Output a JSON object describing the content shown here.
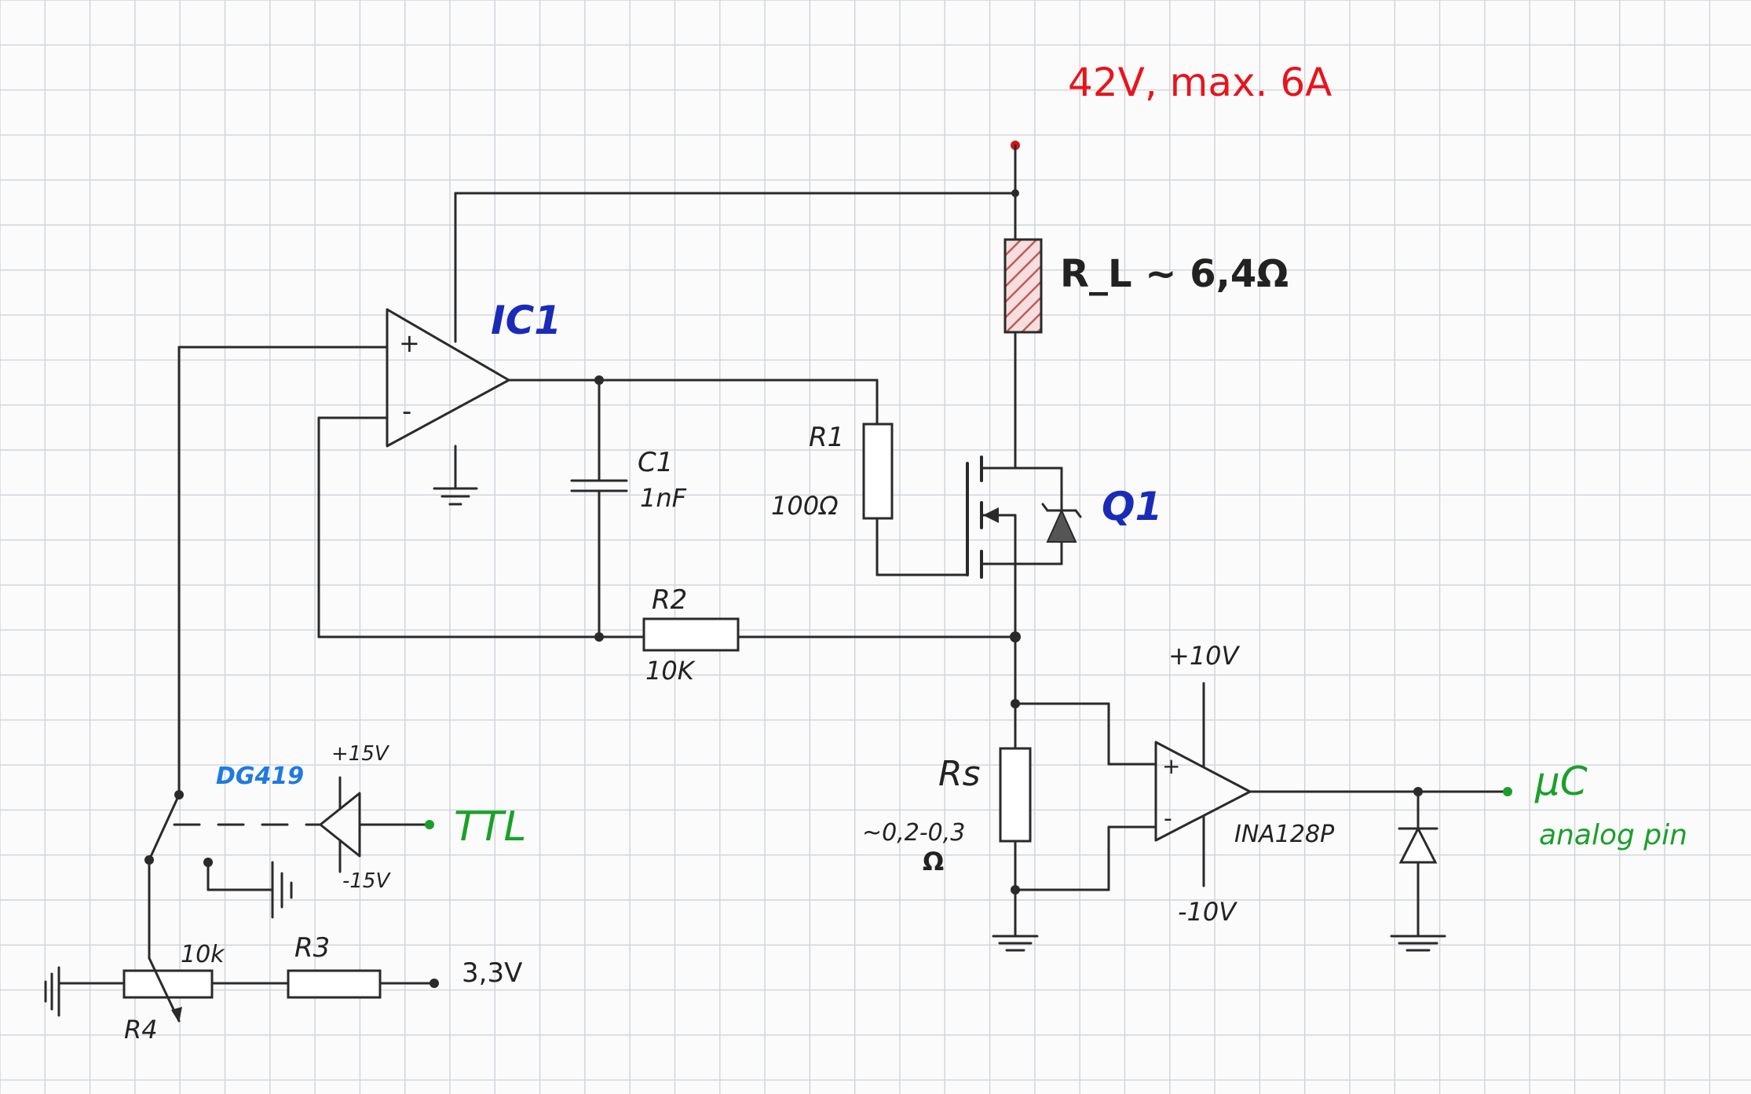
{
  "supply": {
    "label": "42V, max. 6A",
    "color": "#e8141c"
  },
  "load": {
    "label": "R_L ~ 6,4Ω"
  },
  "ic1": {
    "label": "IC1",
    "plus": "+",
    "minus": "-",
    "color": "#1a2bb8"
  },
  "q1": {
    "label": "Q1",
    "color": "#1a2bb8"
  },
  "c1": {
    "name": "C1",
    "value": "1nF"
  },
  "r1": {
    "name": "R1",
    "value": "100Ω"
  },
  "r2": {
    "name": "R2",
    "value": "10K"
  },
  "r3": {
    "name": "R3"
  },
  "r4": {
    "name": "R4",
    "value": "10k"
  },
  "ref_supply": {
    "label": "3,3V"
  },
  "switch": {
    "label": "DG419",
    "vpos": "+15V",
    "vneg": "-15V",
    "color": "#1f7ae0"
  },
  "ttl": {
    "label": "TTL",
    "color": "#1aa02a"
  },
  "rs": {
    "name": "Rs",
    "value": "~0,2-0,3",
    "unit": "Ω"
  },
  "amp": {
    "label": "INA128P",
    "vpos": "+10V",
    "vneg": "-10V",
    "plus": "+",
    "minus": "-"
  },
  "uc": {
    "label": "µC",
    "sublabel": "analog pin",
    "color": "#1aa02a"
  }
}
